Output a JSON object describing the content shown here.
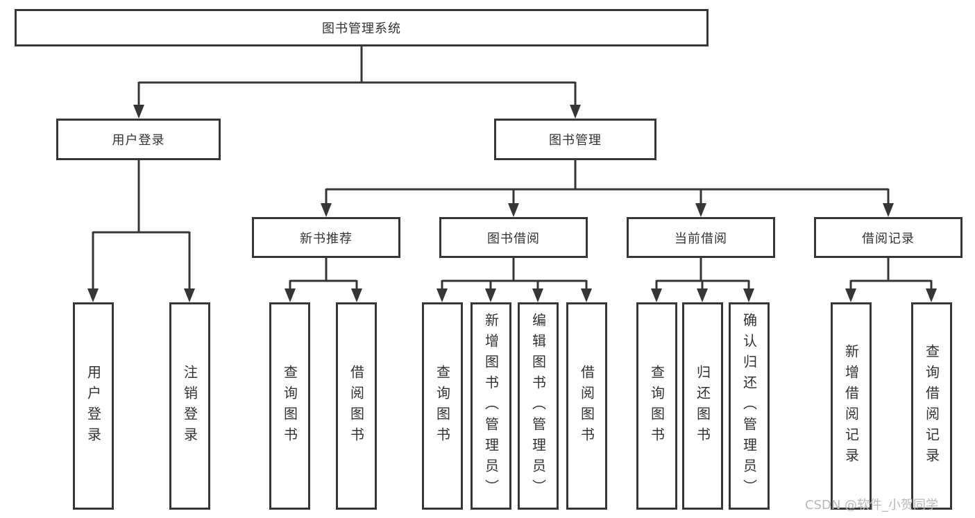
{
  "diagram": {
    "root": {
      "label": "图书管理系统"
    },
    "level1": [
      {
        "label": "用户登录"
      },
      {
        "label": "图书管理"
      }
    ],
    "level2": [
      {
        "label": "新书推荐"
      },
      {
        "label": "图书借阅"
      },
      {
        "label": "当前借阅"
      },
      {
        "label": "借阅记录"
      }
    ],
    "leaves": {
      "user_login": [
        {
          "label": "用户登录"
        },
        {
          "label": "注销登录"
        }
      ],
      "new_book_recommend": [
        {
          "label": "查询图书"
        },
        {
          "label": "借阅图书"
        }
      ],
      "book_borrow": [
        {
          "label": "查询图书"
        },
        {
          "label": "新增图书（管理员）"
        },
        {
          "label": "编辑图书（管理员）"
        },
        {
          "label": "借阅图书"
        }
      ],
      "current_borrow": [
        {
          "label": "查询图书"
        },
        {
          "label": "归还图书"
        },
        {
          "label": "确认归还（管理员）"
        }
      ],
      "borrow_records": [
        {
          "label": "新增借阅记录"
        },
        {
          "label": "查询借阅记录"
        }
      ]
    }
  },
  "watermark": {
    "text": "CSDN @软件_小贺同学"
  },
  "colors": {
    "line": "#363636",
    "text": "#333333",
    "watermark": "#b9b9b9",
    "background": "#ffffff"
  }
}
